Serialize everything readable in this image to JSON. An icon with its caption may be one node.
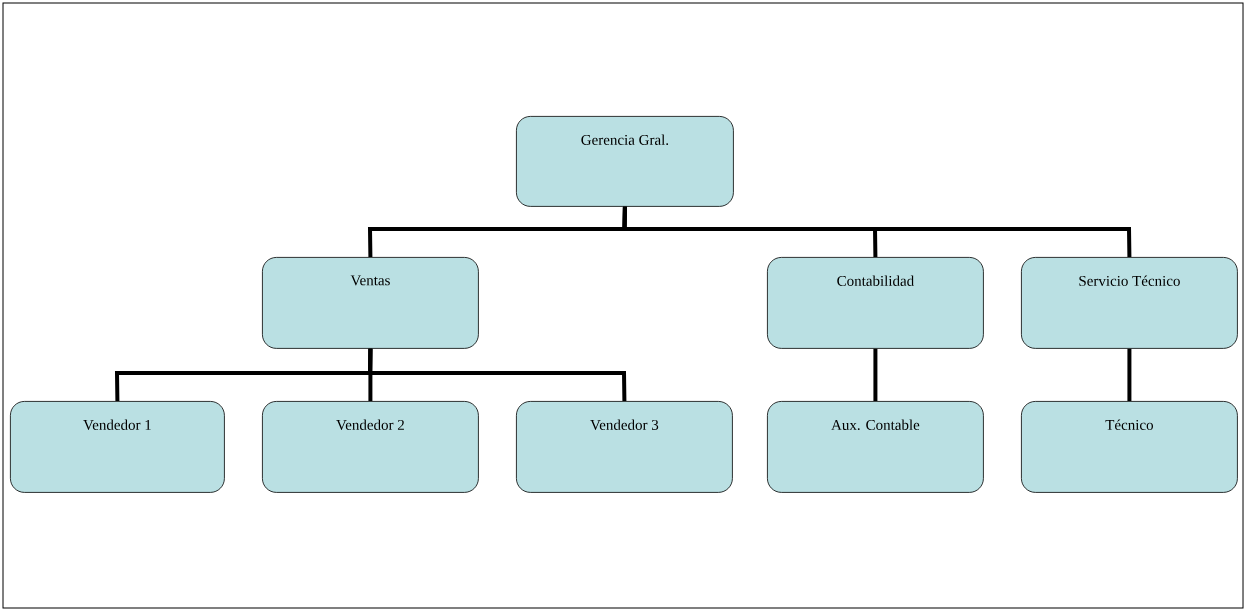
{
  "diagram": {
    "nodes": [
      {
        "text": [
          "Gerencia Gral."
        ]
      },
      {
        "text": [
          "Ventas"
        ]
      },
      {
        "text": [
          "Contabilidad"
        ]
      },
      {
        "text": [
          "Servicio Técnico"
        ]
      },
      {
        "text": [
          "Vendedor 1"
        ]
      },
      {
        "text": [
          "Vendedor 2"
        ]
      },
      {
        "text": [
          "Vendedor 3"
        ]
      },
      {
        "text": [
          "Aux. Contable"
        ]
      },
      {
        "text": [
          "Técnico"
        ]
      }
    ],
    "edges": [
      {
        "from": 0,
        "to": 1,
        "arrow": "none"
      },
      {
        "from": 0,
        "to": 2,
        "arrow": "none"
      },
      {
        "from": 0,
        "to": 3,
        "arrow": "none"
      },
      {
        "from": 1,
        "to": 4,
        "arrow": "none"
      },
      {
        "from": 1,
        "to": 5,
        "arrow": "none"
      },
      {
        "from": 1,
        "to": 6,
        "arrow": "none"
      },
      {
        "from": 2,
        "to": 7,
        "arrow": "none"
      },
      {
        "from": 3,
        "to": 8,
        "arrow": "none"
      }
    ]
  }
}
